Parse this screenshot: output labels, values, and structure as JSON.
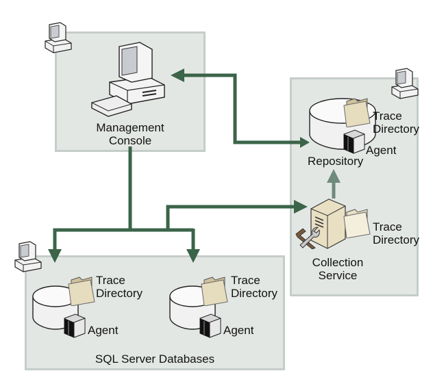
{
  "colors": {
    "box_fill": "#e3e7e3",
    "box_border": "#c5cdca",
    "connector": "#3b6449",
    "internal_connector": "#6e8a7c",
    "folder": "#d8cca8"
  },
  "nodes": {
    "management_console": {
      "label_line1": "Management",
      "label_line2": "Console",
      "icon": "desktop-computer-icon"
    },
    "repository_host": {
      "repository": {
        "label": "Repository",
        "trace_line1": "Trace",
        "trace_line2": "Directory",
        "agent": "Agent"
      },
      "collection_service": {
        "label_line1": "Collection",
        "label_line2": "Service",
        "trace_line1": "Trace",
        "trace_line2": "Directory"
      }
    },
    "sql_servers": {
      "group_label": "SQL Server Databases",
      "databases": [
        {
          "trace_line1": "Trace",
          "trace_line2": "Directory",
          "agent": "Agent"
        },
        {
          "trace_line1": "Trace",
          "trace_line2": "Directory",
          "agent": "Agent"
        }
      ]
    }
  },
  "edges": [
    {
      "from": "repository",
      "to": "management_console",
      "bidirectional": true
    },
    {
      "from": "management_console",
      "to": "sql_database_1"
    },
    {
      "from": "management_console",
      "to": "sql_database_2"
    },
    {
      "from": "sql_servers",
      "to": "collection_service"
    },
    {
      "from": "collection_service",
      "to": "repository"
    }
  ]
}
